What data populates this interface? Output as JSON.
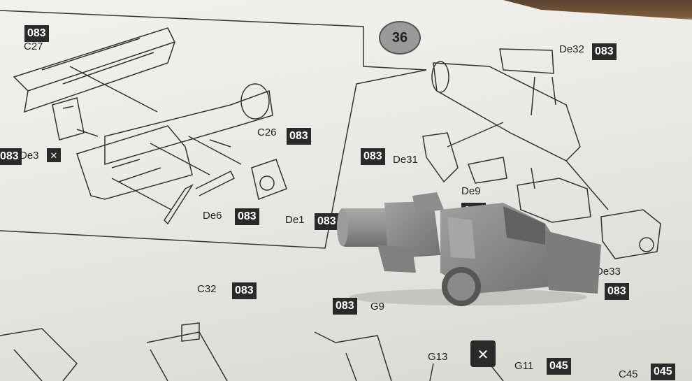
{
  "step_number": "36",
  "part_numbers": {
    "a": "083",
    "b": "083",
    "c": "083",
    "d": "083",
    "e": "083",
    "f": "083",
    "g": "083",
    "h": "083",
    "i": "083",
    "j": "083",
    "k": "083",
    "l": "045",
    "m": "045"
  },
  "labels": {
    "c27": "C27",
    "de3": "De3",
    "c26": "C26",
    "de6": "De6",
    "de1": "De1",
    "de32": "De32",
    "de31": "De31",
    "de9": "De9",
    "de33": "De33",
    "c32": "C32",
    "g9": "G9",
    "g13": "G13",
    "g11": "G11",
    "c45": "C45"
  },
  "colors": {
    "paper": "#efeeea",
    "ink": "#2a2a2a",
    "plastic": "#8e918f"
  }
}
